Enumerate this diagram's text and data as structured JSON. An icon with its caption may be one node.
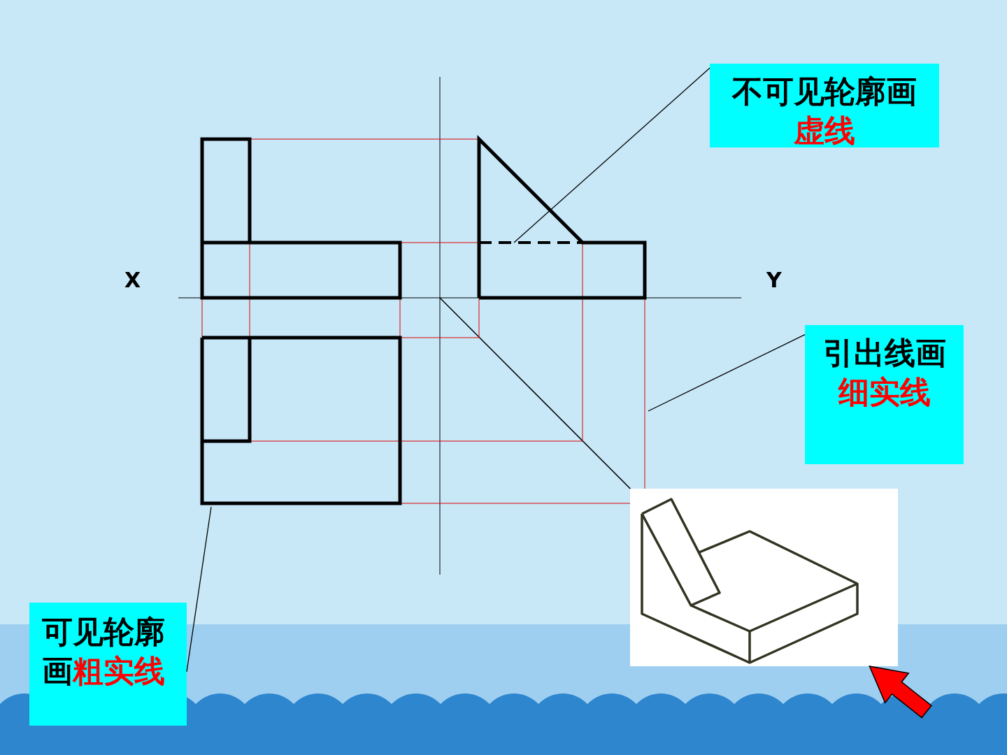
{
  "diagram": {
    "nodes": [
      {
        "text": [
          "不可见轮廓画",
          "虚线"
        ]
      },
      {
        "text": [
          "引出线画",
          "细实线"
        ]
      },
      {
        "text": [
          "可见轮廓画",
          "粗实线"
        ]
      },
      {
        "text": [],
        "shape": "picture"
      }
    ],
    "edges": [
      {
        "from": 0,
        "to": null,
        "arrow": "none"
      },
      {
        "from": 1,
        "to": null,
        "arrow": "none"
      },
      {
        "from": 2,
        "to": null,
        "arrow": "none"
      },
      {
        "from": null,
        "to": 3,
        "arrow": "to",
        "style": "thick",
        "color": "#ff0000"
      }
    ],
    "labels": [
      "X",
      "Y"
    ]
  }
}
